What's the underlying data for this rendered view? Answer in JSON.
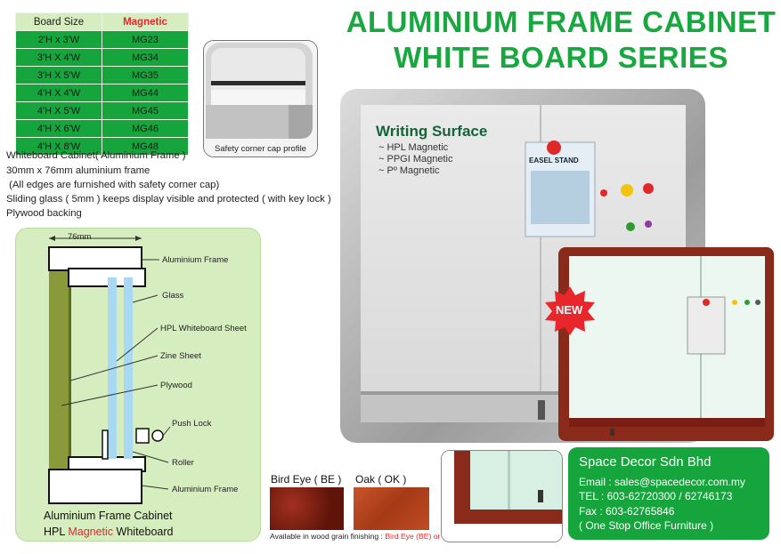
{
  "title": {
    "line1": "ALUMINIUM FRAME CABINET",
    "line2": "WHITE BOARD SERIES"
  },
  "size_table": {
    "headers": [
      "Board Size",
      "Magnetic"
    ],
    "rows": [
      [
        "2'H x 3'W",
        "MG23"
      ],
      [
        "3'H X 4'W",
        "MG34"
      ],
      [
        "3'H X 5'W",
        "MG35"
      ],
      [
        "4'H X 4'W",
        "MG44"
      ],
      [
        "4'H X 5'W",
        "MG45"
      ],
      [
        "4'H X 6'W",
        "MG46"
      ],
      [
        "4'H X 8'W",
        "MG48"
      ]
    ]
  },
  "corner_cap": {
    "caption": "Safety corner cap profile"
  },
  "description": [
    "Whiteboard Cabinet( Aluminium Frame )",
    "30mm x 76mm aluminium frame",
    " (All edges are furnished with safety corner cap)",
    "Sliding glass ( 5mm ) keeps display visible and protected ( with key lock )",
    "Plywood backing"
  ],
  "section": {
    "dimension": "76mm",
    "labels": {
      "aluminium_frame_top": "Aluminium Frame",
      "glass": "Glass",
      "hpl_sheet": "HPL Whiteboard Sheet",
      "zinc_sheet": "Zine Sheet",
      "plywood": "Plywood",
      "push_lock": "Push Lock",
      "roller": "Roller",
      "aluminium_frame_bottom": "Aluminium Frame"
    },
    "caption_line1": "Aluminium Frame Cabinet",
    "caption_line2_a": "HPL ",
    "caption_line2_b": "Magnetic",
    "caption_line2_c": " Whiteboard"
  },
  "board": {
    "surface_title": "Writing Surface",
    "surface_items": [
      "~ HPL Magnetic",
      "~ PPGI Magnetic",
      "~ Pº Magnetic"
    ],
    "poster_text": "EASEL STAND"
  },
  "badge": {
    "text": "NEW"
  },
  "finishes": {
    "bird_eye": "Bird Eye ( BE )",
    "oak": "Oak  ( OK )",
    "note_prefix": "Available in wood grain finishing : ",
    "note_options": "Bird Eye (BE) or Oak (OK)"
  },
  "contact": {
    "company": "Space Decor Sdn Bhd",
    "email": "Email : sales@spacedecor.com.my",
    "tel": "TEL : 603-62720300 / 62746173",
    "fax": "Fax : 603-62765846",
    "tagline": "( One Stop Office Furniture )"
  },
  "colors": {
    "brand_green": "#16a53c",
    "light_green": "#d6eebf",
    "accent_red": "#e8262b",
    "wood_bird_eye": "#7a1e14",
    "wood_oak": "#b5431c"
  }
}
